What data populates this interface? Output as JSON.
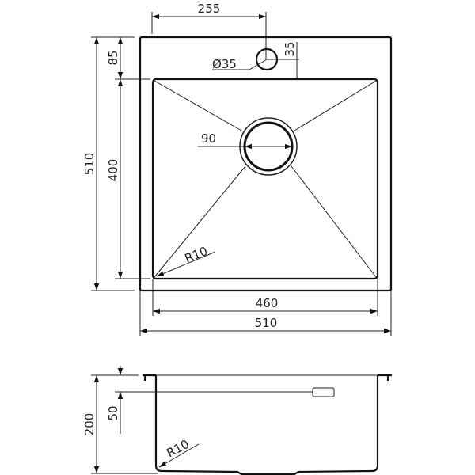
{
  "top_view": {
    "dims": {
      "tap_offset": "255",
      "tap_hole_diameter": "Ø35",
      "tap_hole_from_bowl": "35",
      "front_ledge": "85",
      "bowl_depth_plan": "400",
      "overall_depth": "510",
      "drain_diameter": "90",
      "corner_radius": "R10",
      "bowl_width": "460",
      "overall_width": "510"
    }
  },
  "side_view": {
    "dims": {
      "height": "200",
      "overflow_offset": "50",
      "corner_radius": "R10"
    }
  },
  "colors": {
    "line": "#111111",
    "background": "#ffffff"
  }
}
